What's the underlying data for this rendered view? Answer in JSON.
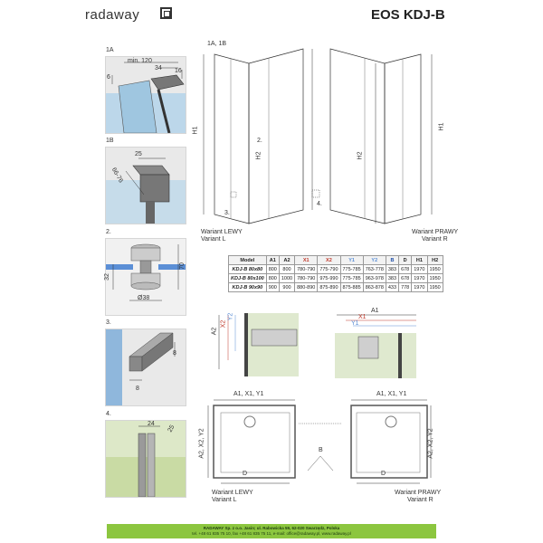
{
  "header": {
    "brand": "radaway",
    "product_title": "EOS KDJ-B"
  },
  "details": {
    "d1a": {
      "label": "1A",
      "dims": [
        "min. 120",
        "34",
        "16",
        "6"
      ]
    },
    "d1b": {
      "label": "1B",
      "dims": [
        "25",
        "66-76"
      ]
    },
    "d2": {
      "label": "2.",
      "dims": [
        "32",
        "70",
        "Ø38"
      ]
    },
    "d3": {
      "label": "3.",
      "dims": [
        "8",
        "8"
      ]
    },
    "d4": {
      "label": "4.",
      "dims": [
        "24",
        "25"
      ]
    }
  },
  "elevation": {
    "callout_left": "1A, 1B",
    "h1": "H1",
    "h2": "H2",
    "mark_2": "2.",
    "mark_3": "3.",
    "mark_4": "4.",
    "variant_left": "Wariant LEWY",
    "variant_left_en": "Variant L",
    "variant_right": "Wariant PRAWY",
    "variant_right_en": "Variant R"
  },
  "table": {
    "headers": [
      "Model",
      "A1",
      "A2",
      "X1",
      "X2",
      "Y1",
      "Y2",
      "B",
      "D",
      "H1",
      "H2"
    ],
    "header_colors": [
      "#222222",
      "#222222",
      "#222222",
      "#c0392b",
      "#c0392b",
      "#5b8fd6",
      "#5b8fd6",
      "#1f4fa8",
      "#222222",
      "#222222",
      "#222222"
    ],
    "rows": [
      [
        "KDJ-B 80x80",
        "800",
        "800",
        "780-790",
        "775-790",
        "775-785",
        "763-778",
        "383",
        "678",
        "1970",
        "1950"
      ],
      [
        "KDJ-B 80x100",
        "800",
        "1000",
        "780-790",
        "975-990",
        "775-785",
        "963-978",
        "383",
        "678",
        "1970",
        "1950"
      ],
      [
        "KDJ-B 90x90",
        "900",
        "900",
        "880-890",
        "875-890",
        "875-885",
        "863-878",
        "433",
        "778",
        "1970",
        "1950"
      ]
    ]
  },
  "sections": {
    "a2_stack": [
      "A2",
      "X2",
      "Y2"
    ],
    "a1_stack": [
      "A1",
      "X1",
      "Y1"
    ]
  },
  "plan": {
    "top_left": "A1, X1, Y1",
    "top_right": "A1, X1, Y1",
    "side_left": "A2, X2, Y2",
    "side_right": "A2, X2, Y2",
    "b": "B",
    "d": "D",
    "variant_left": "Wariant LEWY",
    "variant_left_en": "Variant L",
    "variant_right": "Wariant PRAWY",
    "variant_right_en": "Variant R"
  },
  "footer": {
    "line1": "RADAWAY Sp. z o.o. Jasin; ul. Rabowicka 59, 62-020 Swarzędz, Polska",
    "line2": "tel. +48 61 835 75 10, fax +48 61 835 75 11, e-mail: office@radaway.pl, www.radaway.pl"
  },
  "colors": {
    "accent_green": "#8cc63f",
    "x_red": "#c0392b",
    "y_blue": "#5b8fd6",
    "b_blue": "#1f4fa8"
  }
}
